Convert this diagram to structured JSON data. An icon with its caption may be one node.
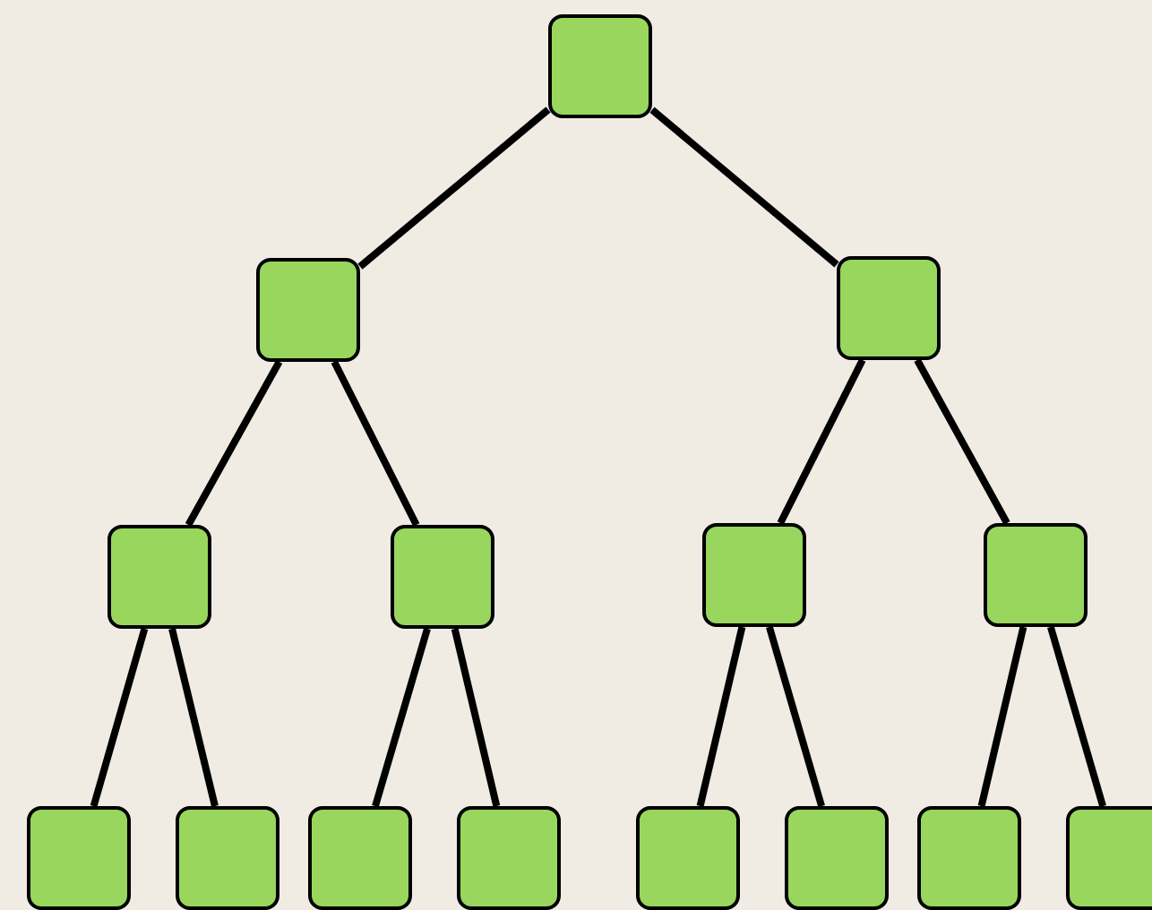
{
  "diagram": {
    "nodes": [
      {
        "text": [],
        "shape": "box"
      },
      {
        "text": [],
        "shape": "box"
      },
      {
        "text": [],
        "shape": "box"
      },
      {
        "text": [],
        "shape": "box"
      },
      {
        "text": [],
        "shape": "box"
      },
      {
        "text": [],
        "shape": "box"
      },
      {
        "text": [],
        "shape": "box"
      },
      {
        "text": [],
        "shape": "box"
      },
      {
        "text": [],
        "shape": "box"
      },
      {
        "text": [],
        "shape": "box"
      },
      {
        "text": [],
        "shape": "box"
      },
      {
        "text": [],
        "shape": "box"
      },
      {
        "text": [],
        "shape": "box"
      },
      {
        "text": [],
        "shape": "box"
      },
      {
        "text": [],
        "shape": "box"
      }
    ],
    "edges": [
      {
        "from": 0,
        "to": 1,
        "arrow": "none"
      },
      {
        "from": 0,
        "to": 2,
        "arrow": "none"
      },
      {
        "from": 1,
        "to": 3,
        "arrow": "none"
      },
      {
        "from": 1,
        "to": 4,
        "arrow": "none"
      },
      {
        "from": 2,
        "to": 5,
        "arrow": "none"
      },
      {
        "from": 2,
        "to": 6,
        "arrow": "none"
      },
      {
        "from": 3,
        "to": 7,
        "arrow": "none"
      },
      {
        "from": 3,
        "to": 8,
        "arrow": "none"
      },
      {
        "from": 4,
        "to": 9,
        "arrow": "none"
      },
      {
        "from": 4,
        "to": 10,
        "arrow": "none"
      },
      {
        "from": 5,
        "to": 11,
        "arrow": "none"
      },
      {
        "from": 5,
        "to": 12,
        "arrow": "none"
      },
      {
        "from": 6,
        "to": 13,
        "arrow": "none"
      },
      {
        "from": 6,
        "to": 14,
        "arrow": "none"
      }
    ]
  }
}
